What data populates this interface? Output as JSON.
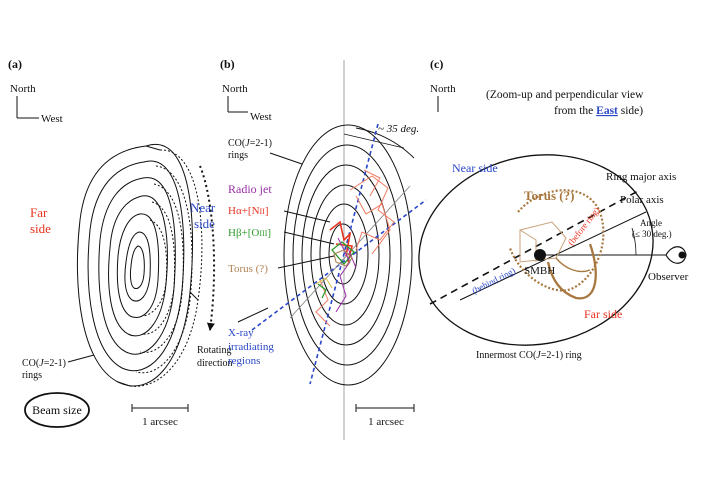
{
  "colors": {
    "black": "#111111",
    "red": "#e8331f",
    "blue": "#2a47c8",
    "purple": "#9a2ea6",
    "green": "#2f9a2f",
    "tan": "#b08255",
    "brown": "#a87840",
    "salmon": "#f07c62",
    "grey": "#9a9a9a"
  },
  "panel_a": {
    "label": "(a)",
    "compass_north": "North",
    "compass_west": "West",
    "far_side": "Far\nside",
    "near_side": "Near\nside",
    "co_rings_line1": "CO(",
    "co_rings_j": "J",
    "co_rings_rest": "=2-1)",
    "co_rings_line2": "rings",
    "rotating_line1": "Rotating",
    "rotating_line2": "direction",
    "beam_size": "Beam size",
    "scale": "1 arcsec"
  },
  "panel_b": {
    "label": "(b)",
    "compass_north": "North",
    "compass_west": "West",
    "angle": "~ 35 deg.",
    "co_line1": "CO(",
    "co_j": "J",
    "co_rest": "=2-1)",
    "co_line2": "rings",
    "radio_jet": "Radio jet",
    "halpha": "Hα+[N",
    "halpha_ion": "II",
    "halpha_close": "]",
    "hbeta": "Hβ+[O",
    "hbeta_ion": "III",
    "hbeta_close": "]",
    "torus": "Torus (?)",
    "xray_line1": "X-ray",
    "xray_line2": "irradiating",
    "xray_line3": "regions",
    "scale": "1 arcsec"
  },
  "panel_c": {
    "label": "(c)",
    "compass_north": "North",
    "title_line1": "(Zoom-up and perpendicular view",
    "title_line2_pre": "from the ",
    "title_line2_east": "East",
    "title_line2_post": " side)",
    "near_side": "Near side",
    "far_side": "Far side",
    "torus": "Torus (?)",
    "ring_major_axis": "Ring major axis",
    "polar_axis": "Polar axis",
    "angle_line1": "Angle",
    "angle_line2": "(≤ 30 deg.)",
    "observer": "Observer",
    "smbh": "SMBH",
    "behind_ring": "(behind ring)",
    "before_ring": "(before ring)",
    "innermost_pre": "Innermost CO(",
    "innermost_j": "J",
    "innermost_post": "=2-1) ring"
  }
}
